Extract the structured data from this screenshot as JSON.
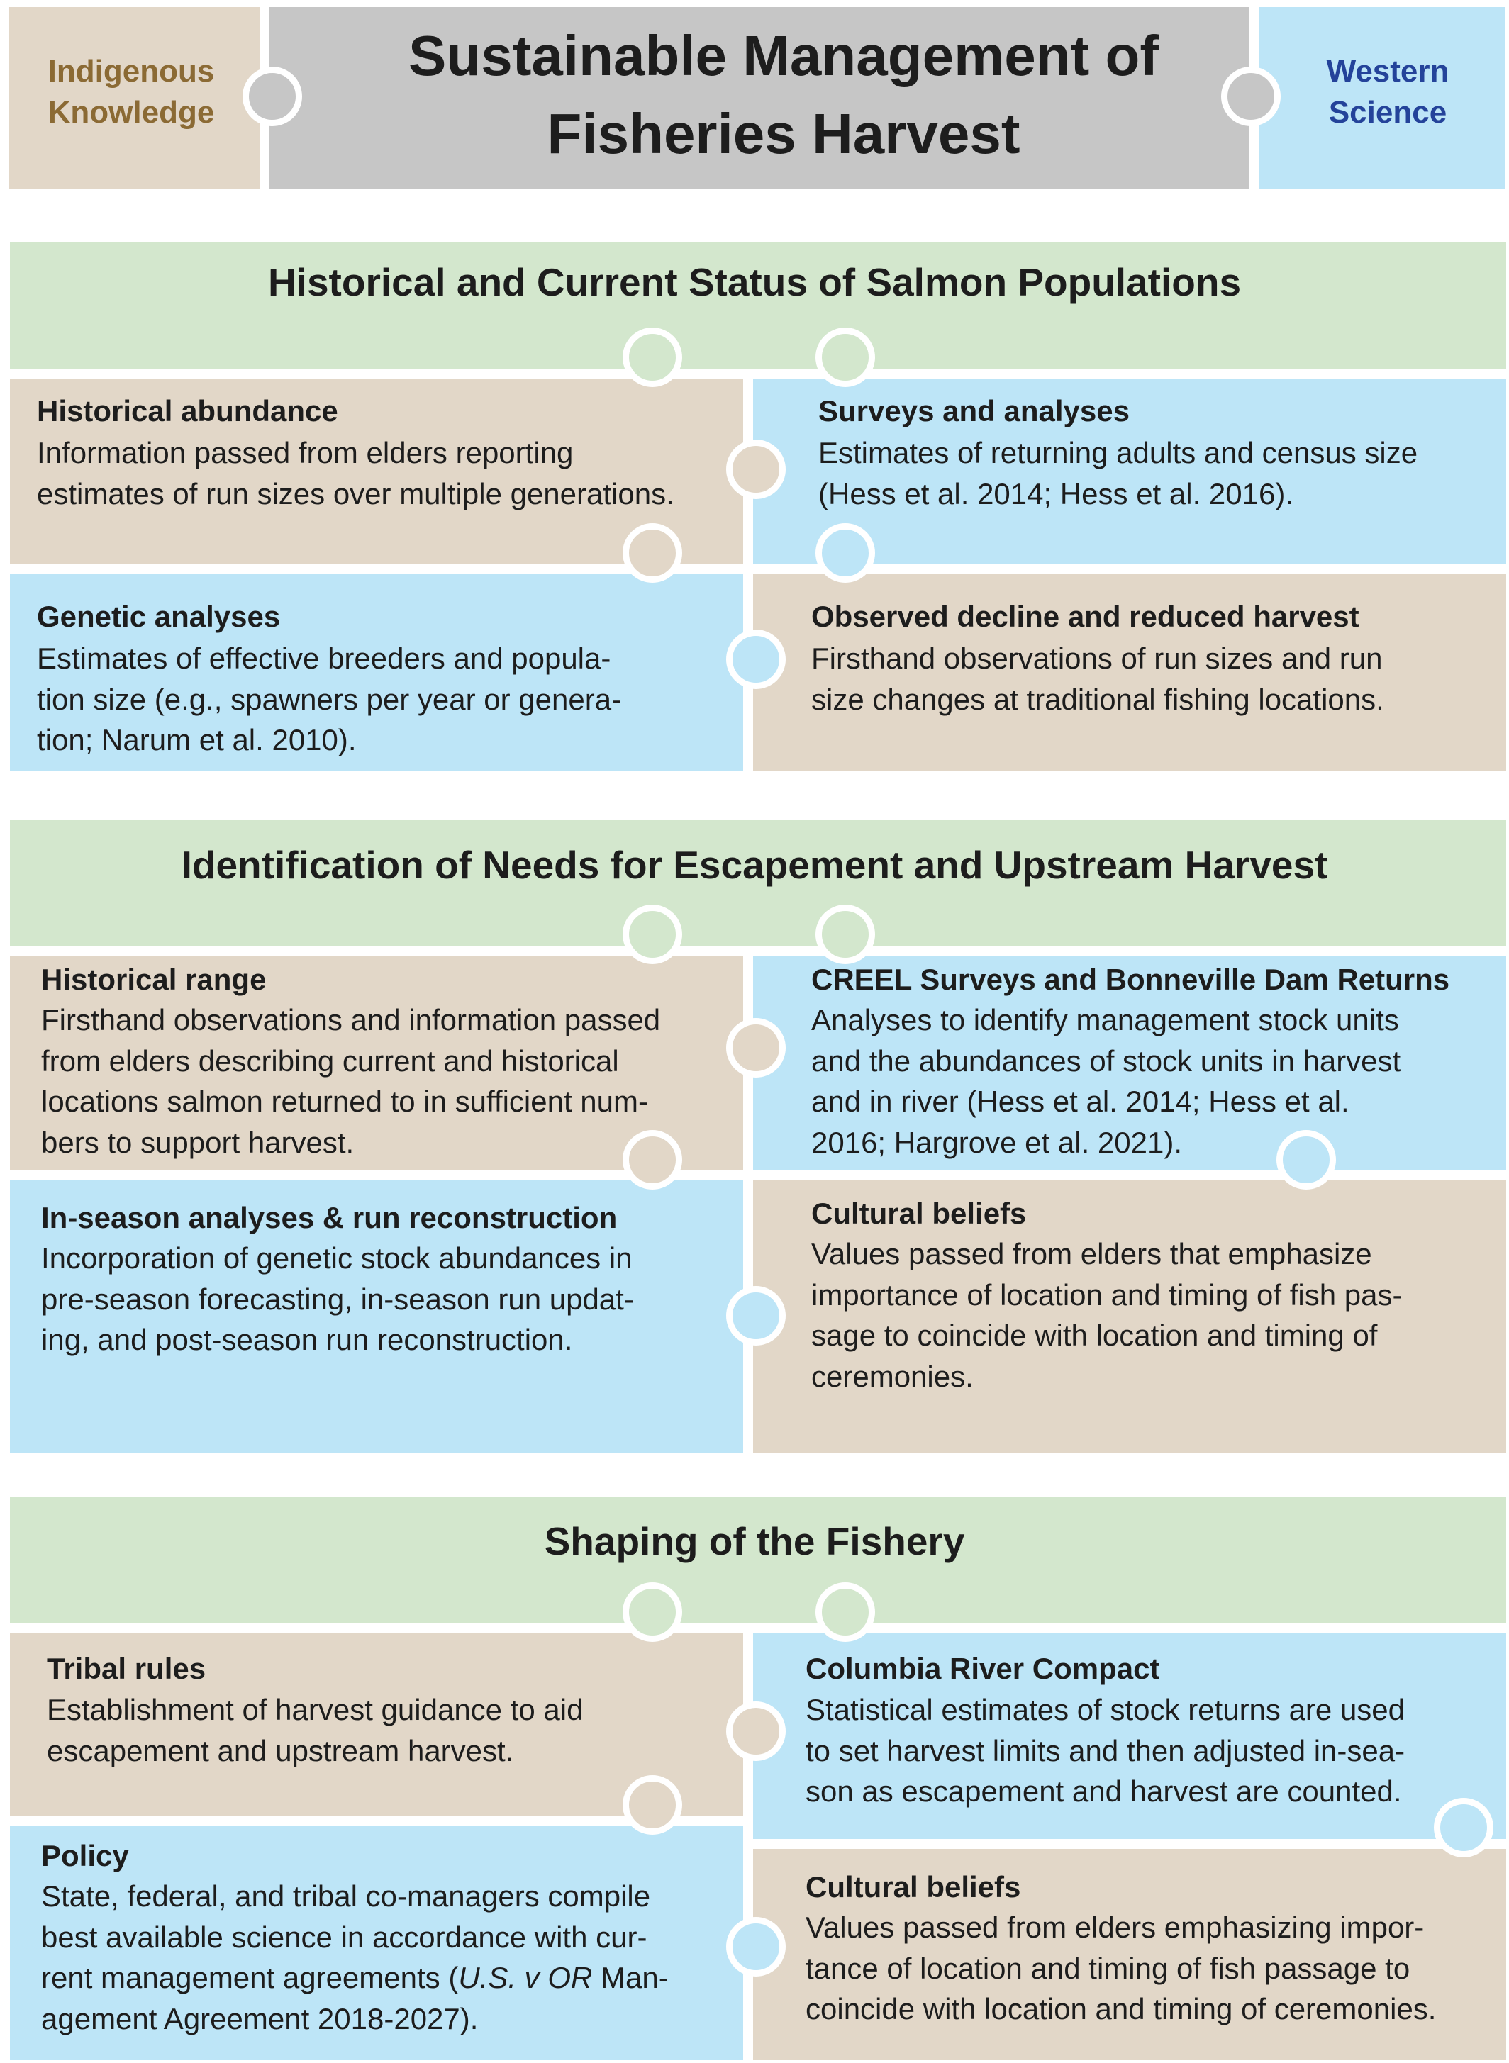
{
  "header": {
    "left_label": [
      "Indigenous",
      "Knowledge"
    ],
    "title_lines": [
      "Sustainable Management of",
      "Fisheries Harvest"
    ],
    "right_label": [
      "Western",
      "Science"
    ]
  },
  "sections": [
    {
      "title": "Historical and Current Status of Salmon Populations",
      "cells": [
        {
          "heading": "Historical abundance",
          "lines": [
            "Information passed from elders reporting",
            "estimates of run sizes over multiple generations."
          ]
        },
        {
          "heading": "Surveys and analyses",
          "lines": [
            "Estimates of returning adults and census size",
            "(Hess et al. 2014; Hess et al. 2016)."
          ]
        },
        {
          "heading": "Genetic analyses",
          "lines": [
            "Estimates of effective breeders and popula-",
            "tion size (e.g., spawners per year or genera-",
            "tion; Narum et al. 2010)."
          ]
        },
        {
          "heading": "Observed decline and reduced harvest",
          "lines": [
            "Firsthand observations of run sizes and run",
            "size changes at traditional fishing locations."
          ]
        }
      ]
    },
    {
      "title": "Identification of Needs for Escapement and Upstream Harvest",
      "cells": [
        {
          "heading": "Historical range",
          "lines": [
            "Firsthand observations and information passed",
            "from elders describing current and historical",
            "locations salmon returned to in sufficient num-",
            "bers to support harvest."
          ]
        },
        {
          "heading": "CREEL Surveys and Bonneville Dam Returns",
          "lines": [
            "Analyses to identify management stock units",
            "and the abundances of stock units in harvest",
            "and in river (Hess et al. 2014; Hess et al.",
            "2016; Hargrove et al. 2021)."
          ]
        },
        {
          "heading": "In-season analyses & run reconstruction",
          "lines": [
            "Incorporation of genetic stock abundances in",
            "pre-season forecasting, in-season run updat-",
            "ing, and post-season run reconstruction."
          ]
        },
        {
          "heading": "Cultural beliefs",
          "lines": [
            "Values passed from elders that emphasize",
            "importance of location and timing of fish pas-",
            "sage to coincide with location and timing of",
            "ceremonies."
          ]
        }
      ]
    },
    {
      "title": "Shaping of the Fishery",
      "cells": [
        {
          "heading": "Tribal rules",
          "lines": [
            "Establishment of harvest guidance to aid",
            "escapement and upstream harvest."
          ]
        },
        {
          "heading": "Columbia River Compact",
          "lines": [
            "Statistical estimates of stock returns are used",
            "to set harvest limits and then adjusted in-sea-",
            "son as escapement and harvest are counted."
          ]
        },
        {
          "heading": "Policy",
          "lines": [
            "State, federal, and tribal co-managers compile",
            "best available science in accordance with cur-",
            "rent management agreements (",
            "U.S. v OR",
            " Man-",
            "agement Agreement 2018-2027)."
          ]
        },
        {
          "heading": "Cultural beliefs",
          "lines": [
            "Values passed from elders emphasizing impor-",
            "tance of location and timing of fish passage to",
            "coincide with location and timing of ceremonies."
          ]
        }
      ]
    }
  ],
  "colors": {
    "indigenous_tan": "#e2d7c8",
    "western_blue": "#bde5f7",
    "title_gray": "#c6c6c6",
    "section_green": "#d3e7cd",
    "indigenous_label": "#8b6a34",
    "western_label": "#24439a"
  }
}
